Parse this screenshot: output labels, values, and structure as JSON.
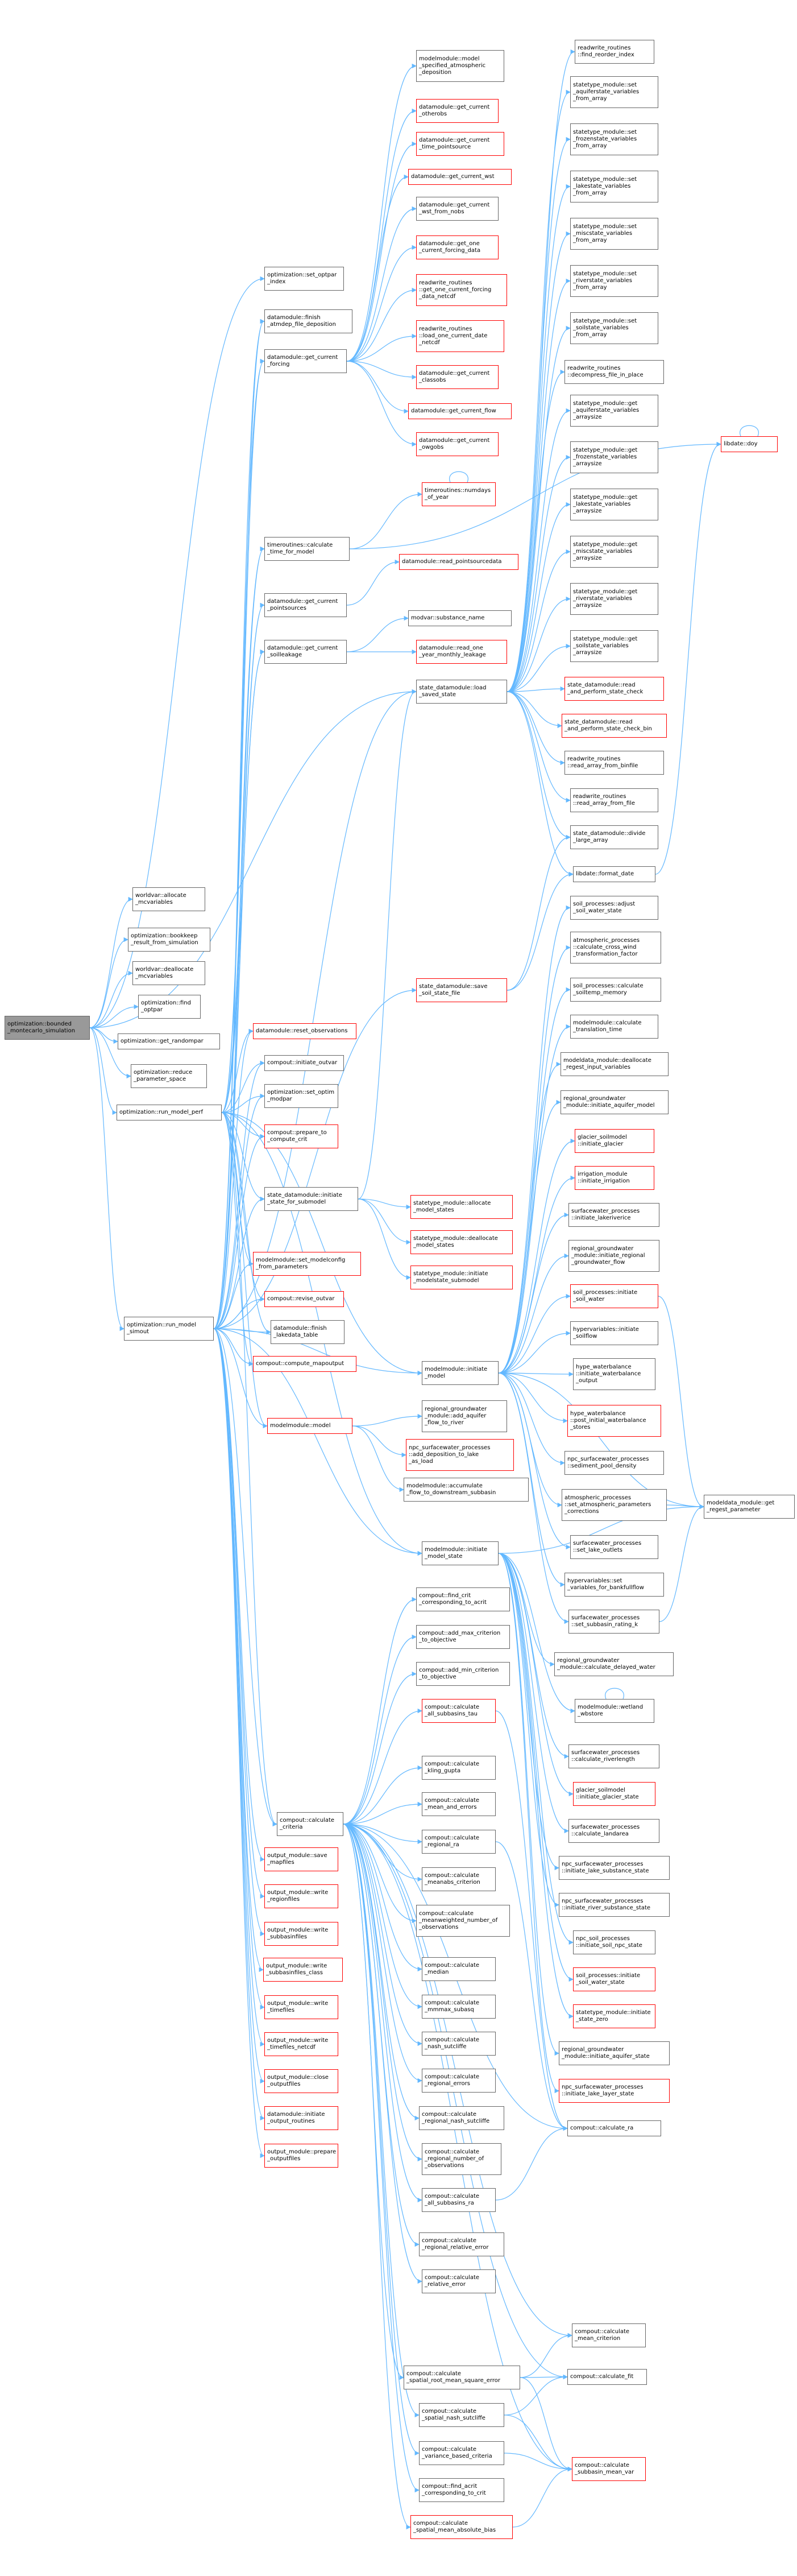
{
  "colors": {
    "edge": "#63b8ff",
    "node_border": "#666666",
    "missing_border": "#ff0000",
    "root_fill": "#999999",
    "background": "#ffffff"
  },
  "nodes": {
    "root": "optimization::bounded\n_montecarlo_simulation",
    "worldvar_allocate": "worldvar::allocate\n_mcvariables",
    "optim_bookkeep": "optimization::bookkeep\n_result_from_simulation",
    "worldvar_deallocate": "worldvar::deallocate\n_mcvariables",
    "optim_find_optpar": "optimization::find\n_optpar",
    "optim_get_randompar": "optimization::get_randompar",
    "optim_reduce": "optimization::reduce\n_parameter_space",
    "optim_run_model_perf": "optimization::run_model_perf",
    "optim_run_model_simout": "optimization::run_model\n_simout",
    "optim_set_optpar_index": "optimization::set_optpar\n_index",
    "dm_finish_atmdep": "datamodule::finish\n_atmdep_file_deposition",
    "dm_get_current_forcing": "datamodule::get_current\n_forcing",
    "tr_calculate_time": "timeroutines::calculate\n_time_for_model",
    "dm_get_current_pointsources": "datamodule::get_current\n_pointsources",
    "dm_get_current_soilleakage": "datamodule::get_current\n_soilleakage",
    "dm_reset_observations": "datamodule::reset_observations",
    "compout_initiate_outvar": "compout::initiate_outvar",
    "optim_set_optim_modpar": "optimization::set_optim\n_modpar",
    "compout_prepare_compute_crit": "compout::prepare_to\n_compute_crit",
    "sd_initiate_state": "state_datamodule::initiate\n_state_for_submodel",
    "mm_set_modelconfig": "modelmodule::set_modelconfig\n_from_parameters",
    "compout_revise_outvar": "compout::revise_outvar",
    "dm_finish_lakedata": "datamodule::finish\n_lakedata_table",
    "compout_compute_mapoutput": "compout::compute_mapoutput",
    "mm_model": "modelmodule::model",
    "compout_calculate_criteria": "compout::calculate\n_criteria",
    "om_save_mapfiles": "output_module::save\n_mapfiles",
    "om_write_regionfiles": "output_module::write\n_regionfiles",
    "om_write_subbasinfiles": "output_module::write\n_subbasinfiles",
    "om_write_subbasinfiles_class": "output_module::write\n_subbasinfiles_class",
    "om_write_timefiles": "output_module::write\n_timefiles",
    "om_write_timefiles_netcdf": "output_module::write\n_timefiles_netcdf",
    "om_close_outputfiles": "output_module::close\n_outputfiles",
    "dm_initiate_output_routines": "datamodule::initiate\n_output_routines",
    "om_prepare_outputfiles": "output_module::prepare\n_outputfiles",
    "mm_model_specified": "modelmodule::model\n_specified_atmospheric\n_deposition",
    "dm_get_current_otherobs": "datamodule::get_current\n_otherobs",
    "dm_get_current_time_pointsource": "datamodule::get_current\n_time_pointsource",
    "dm_get_current_wst": "datamodule::get_current_wst",
    "dm_get_current_wst_from_nobs": "datamodule::get_current\n_wst_from_nobs",
    "dm_get_one_current_forcing_data": "datamodule::get_one\n_current_forcing_data",
    "rw_get_one_current_forcing_netcdf": "readwrite_routines\n::get_one_current_forcing\n_data_netcdf",
    "rw_load_one_current_date": "readwrite_routines\n::load_one_current_date\n_netcdf",
    "dm_get_current_classobs": "datamodule::get_current\n_classobs",
    "dm_get_current_flow": "datamodule::get_current_flow",
    "dm_get_current_owgobs": "datamodule::get_current\n_owgobs",
    "tr_numdays_of_year": "timeroutines::numdays\n_of_year",
    "dm_read_pointsourcedata": "datamodule::read_pointsourcedata",
    "modvar_substance_name": "modvar::substance_name",
    "dm_read_one_year_monthly": "datamodule::read_one\n_year_monthly_leakage",
    "sd_load_saved_state": "state_datamodule::load\n_saved_state",
    "sd_save_state_file": "state_datamodule::save\n_soil_state_file",
    "stm_allocate_model_states": "statetype_module::allocate\n_model_states",
    "stm_deallocate_model_states": "statetype_module::deallocate\n_model_states",
    "stm_initiate_modelstate_submodel": "statetype_module::initiate\n_modelstate_submodel",
    "mm_initiate_model": "modelmodule::initiate\n_model",
    "rg_add_aquifer_flow": "regional_groundwater\n_module::add_aquifer\n_flow_to_river",
    "npc_add_deposition": "npc_surfacewater_processes\n::add_deposition_to_lake\n_as_load",
    "mm_accumulate_flow": "modelmodule::accumulate\n_flow_to_downstream_subbasin",
    "mm_initiate_model_state": "modelmodule::initiate\n_model_state",
    "compout_find_crit": "compout::find_crit\n_corresponding_to_acrit",
    "compout_add_max_criterion": "compout::add_max_criterion\n_to_objective",
    "compout_add_min_criterion": "compout::add_min_criterion\n_to_objective",
    "compout_calc_all_subbasins_tau": "compout::calculate\n_all_subbasins_tau",
    "compout_calc_kling_gupta": "compout::calculate\n_kling_gupta",
    "compout_calc_mean_and_errors": "compout::calculate\n_mean_and_errors",
    "compout_calc_regional_ra": "compout::calculate\n_regional_ra",
    "compout_calc_meanabs_criterion": "compout::calculate\n_meanabs_criterion",
    "compout_calc_meanweighted": "compout::calculate\n_meanweighted_number_of\n_observations",
    "compout_calc_median": "compout::calculate\n_median",
    "compout_calc_mmmax_subasq": "compout::calculate\n_mmmax_subasq",
    "compout_calc_nash_sutcliffe": "compout::calculate\n_nash_sutcliffe",
    "compout_calc_regional_errors": "compout::calculate\n_regional_errors",
    "compout_calc_regional_nash": "compout::calculate\n_regional_nash_sutcliffe",
    "compout_calc_regional_number": "compout::calculate\n_regional_number_of\n_observations",
    "compout_calc_all_subbasins_ra": "compout::calculate\n_all_subbasins_ra",
    "compout_calc_regional_relative_error": "compout::calculate\n_regional_relative_error",
    "compout_calc_relative_error": "compout::calculate\n_relative_error",
    "compout_calc_spatial_rmse": "compout::calculate\n_spatial_root_mean_square_error",
    "compout_calc_spatial_nash": "compout::calculate\n_spatial_nash_sutcliffe",
    "compout_calc_variance_based": "compout::calculate\n_variance_based_criteria",
    "compout_find_acrit": "compout::find_acrit\n_corresponding_to_crit",
    "compout_calc_spatial_mae": "compout::calculate\n_spatial_mean_absolute_bias",
    "rw_find_reorder_index": "readwrite_routines\n::find_reorder_index",
    "stm_set_aquiferstate": "statetype_module::set\n_aquiferstate_variables\n_from_array",
    "stm_set_frozenstate": "statetype_module::set\n_frozenstate_variables\n_from_array",
    "stm_set_lakestate": "statetype_module::set\n_lakestate_variables\n_from_array",
    "stm_set_miscstate": "statetype_module::set\n_miscstate_variables\n_from_array",
    "stm_set_riverstate": "statetype_module::set\n_riverstate_variables\n_from_array",
    "stm_set_soilstate": "statetype_module::set\n_soilstate_variables\n_from_array",
    "rw_decompress_file": "readwrite_routines\n::decompress_file_in_place",
    "stm_get_aquiferstate": "statetype_module::get\n_aquiferstate_variables\n_arraysize",
    "stm_get_frozenstate": "statetype_module::get\n_frozenstate_variables\n_arraysize",
    "stm_get_lakestate": "statetype_module::get\n_lakestate_variables\n_arraysize",
    "stm_get_miscstate": "statetype_module::get\n_miscstate_variables\n_arraysize",
    "stm_get_riverstate": "statetype_module::get\n_riverstate_variables\n_arraysize",
    "stm_get_soilstate": "statetype_module::get\n_soilstate_variables\n_arraysize",
    "sd_read_and_perform": "state_datamodule::read\n_and_perform_state_check",
    "sd_read_and_perform_bin": "state_datamodule::read\n_and_perform_state_check_bin",
    "rw_read_array_binfile": "readwrite_routines\n::read_array_from_binfile",
    "rw_read_array_file": "readwrite_routines\n::read_array_from_file",
    "sd_divide_large_array": "state_datamodule::divide\n_large_array",
    "libdate_format_date": "libdate::format_date",
    "libdate_doy": "libdate::doy",
    "sp_adjust_soil_water": "soil_processes::adjust\n_soil_water_state",
    "ap_calculate_cross_wind": "atmospheric_processes\n::calculate_cross_wind\n_transformation_factor",
    "sp_calculate_soiltemp": "soil_processes::calculate\n_soiltemp_memory",
    "mm_calculate_translation": "modelmodule::calculate\n_translation_time",
    "mdm_deallocate_regest": "modeldata_module::deallocate\n_regest_input_variables",
    "rg_initiate_aquifer_model": "regional_groundwater\n_module::initiate_aquifer_model",
    "gsm_initiate_glacier": "glacier_soilmodel\n::initiate_glacier",
    "irr_initiate_irrigation": "irrigation_module\n::initiate_irrigation",
    "swp_initiate_lakeriverice": "surfacewater_processes\n::initiate_lakeriverice",
    "rg_initiate_regional_flow": "regional_groundwater\n_module::initiate_regional\n_groundwater_flow",
    "sp_initiate_soil_water": "soil_processes::initiate\n_soil_water",
    "hv_initiate_soilflow": "hypervariables::initiate\n_soilflow",
    "hwb_initiate_output": "hype_waterbalance\n::initiate_waterbalance\n_output",
    "hwb_post_initial": "hype_waterbalance\n::post_initial_waterbalance\n_stores",
    "npc_sediment_pool_density": "npc_surfacewater_processes\n::sediment_pool_density",
    "ap_set_atmospheric": "atmospheric_processes\n::set_atmospheric_parameters\n_corrections",
    "swp_set_lake_outlets": "surfacewater_processes\n::set_lake_outlets",
    "hv_set_variables_bankfull": "hypervariables::set\n_variables_for_bankfullflow",
    "swp_set_subbasin_rating": "surfacewater_processes\n::set_subbasin_rating_k",
    "mdm_get_regest_parameter": "modeldata_module::get\n_regest_parameter",
    "rg_calculate_delayed_water": "regional_groundwater\n_module::calculate_delayed_water",
    "mm_wetland_wbstore": "modelmodule::wetland\n_wbstore",
    "swp_calculate_riverlength": "surfacewater_processes\n::calculate_riverlength",
    "gsm_initiate_glacier_state": "glacier_soilmodel\n::initiate_glacier_state",
    "swp_calculate_landarea": "surfacewater_processes\n::calculate_landarea",
    "npc_initiate_lake_substance": "npc_surfacewater_processes\n::initiate_lake_substance_state",
    "npc_initiate_river_substance": "npc_surfacewater_processes\n::initiate_river_substance_state",
    "npc_soil_initiate_npc": "npc_soil_processes\n::initiate_soil_npc_state",
    "sp_initiate_soil_water_state": "soil_processes::initiate\n_soil_water_state",
    "stm_initiate_state_zero": "statetype_module::initiate\n_state_zero",
    "rg_initiate_aquifer_state": "regional_groundwater\n_module::initiate_aquifer_state",
    "npc_initiate_lake_layer": "npc_surfacewater_processes\n::initiate_lake_layer_state",
    "compout_calculate_ra": "compout::calculate_ra",
    "compout_calc_mean_criterion": "compout::calculate\n_mean_criterion",
    "compout_calculate_fit": "compout::calculate_fit",
    "compout_calc_subbasin_mean_var": "compout::calculate\n_subbasin_mean_var"
  }
}
